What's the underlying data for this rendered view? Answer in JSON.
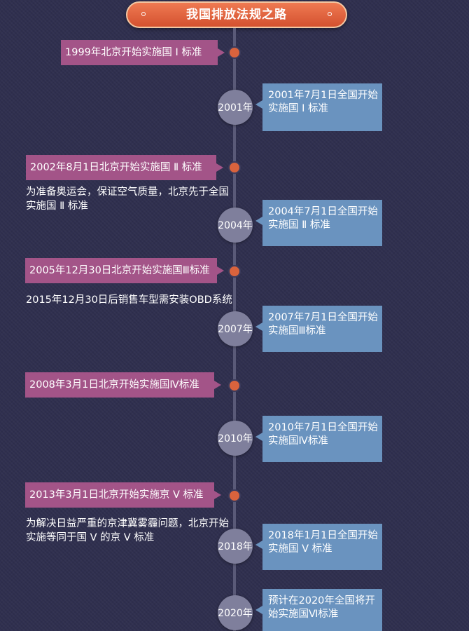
{
  "title": "我国排放法规之路",
  "beijing_events": [
    "1999年北京开始实施国 Ⅰ 标准",
    "2002年8月1日北京开始实施国 Ⅱ 标准",
    "2005年12月30日北京开始实施国Ⅲ标准",
    "2008年3月1日北京开始实施国Ⅳ标准",
    "2013年3月1日北京开始实施京 Ⅴ 标准"
  ],
  "years": [
    "2001年",
    "2004年",
    "2007年",
    "2010年",
    "2018年",
    "2020年"
  ],
  "national_events": [
    "2001年7月1日全国开始实施国 Ⅰ 标准",
    "2004年7月1日全国开始实施国 Ⅱ 标准",
    "2007年7月1日全国开始实施国Ⅲ标准",
    "2010年7月1日全国开始实施国Ⅳ标准",
    "2018年1月1日全国开始实施国 Ⅴ 标准",
    "预计在2020年全国将开始实施国Ⅵ标准"
  ],
  "notes": [
    "为准备奥运会，保证空气质量，北京先于全国实施国 Ⅱ 标准",
    "2015年12月30日后销售车型需安装OBD系统",
    "为解决日益严重的京津冀雾霾问题，北京开始实施等同于国 Ⅴ 的京 Ⅴ 标准"
  ]
}
